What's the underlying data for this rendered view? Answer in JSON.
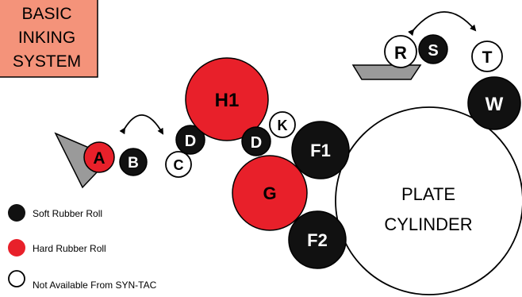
{
  "title_box": {
    "lines": [
      "BASIC",
      "INKING",
      "SYSTEM"
    ],
    "fill": "#f4937a"
  },
  "plate": {
    "line1": "PLATE",
    "line2": "CYLINDER"
  },
  "rollers": {
    "A": "A",
    "B": "B",
    "C": "C",
    "D1": "D",
    "H1": "H1",
    "D2": "D",
    "K": "K",
    "F1": "F1",
    "G": "G",
    "F2": "F2",
    "R": "R",
    "S": "S",
    "T": "T",
    "W": "W"
  },
  "legend": {
    "soft": "Soft Rubber Roll",
    "hard": "Hard Rubber Roll",
    "na": "Not Available From SYN-TAC"
  },
  "colors": {
    "soft": "#111111",
    "hard": "#e8202a",
    "fountain": "#9a9a9a"
  }
}
